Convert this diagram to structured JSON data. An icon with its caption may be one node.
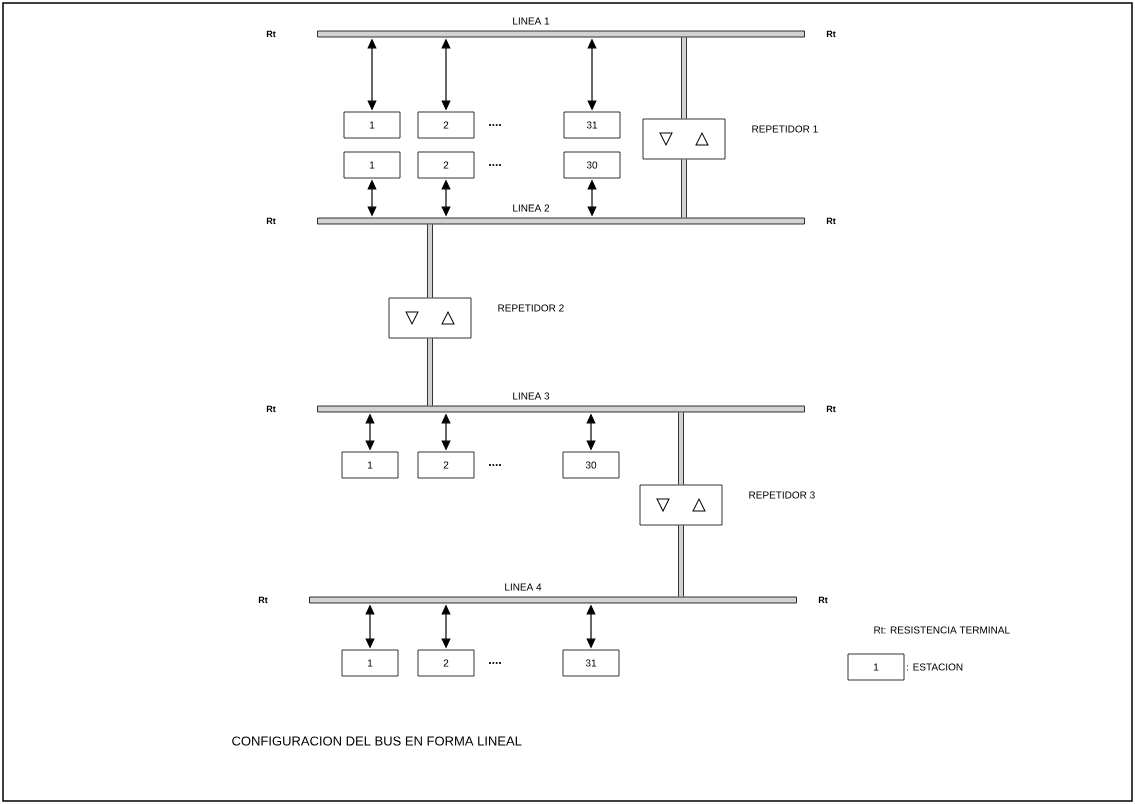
{
  "diagram": {
    "caption": "CONFIGURACION DEL BUS EN FORMA LINEAL",
    "nodes": [
      {
        "text": [
          "LINEA 1"
        ]
      },
      {
        "text": [
          "1"
        ]
      },
      {
        "text": [
          "2"
        ]
      },
      {
        "text": [
          "31"
        ]
      },
      {
        "text": [],
        "shape": "box",
        "beside": [
          "REPETIDOR 1"
        ]
      },
      {
        "text": [
          "1"
        ]
      },
      {
        "text": [
          "2"
        ]
      },
      {
        "text": [
          "30"
        ]
      },
      {
        "text": [
          "LINEA 2"
        ]
      },
      {
        "text": [],
        "shape": "box",
        "beside": [
          "REPETIDOR 2"
        ]
      },
      {
        "text": [
          "LINEA 3"
        ]
      },
      {
        "text": [
          "1"
        ]
      },
      {
        "text": [
          "2"
        ]
      },
      {
        "text": [
          "30"
        ]
      },
      {
        "text": [],
        "shape": "box",
        "beside": [
          "REPETIDOR 3"
        ]
      },
      {
        "text": [
          "LINEA 4"
        ]
      },
      {
        "text": [
          "1"
        ]
      },
      {
        "text": [
          "2"
        ]
      },
      {
        "text": [
          "31"
        ]
      },
      {
        "text": [
          "1"
        ],
        "beside": [
          ": ESTACION"
        ]
      }
    ],
    "edges": [
      {
        "from": 0,
        "to": 1,
        "arrow": "both"
      },
      {
        "from": 0,
        "to": 2,
        "arrow": "both"
      },
      {
        "from": 0,
        "to": 3,
        "arrow": "both"
      },
      {
        "from": 0,
        "to": 4,
        "arrow": "none",
        "style": "thick"
      },
      {
        "from": 4,
        "to": 8,
        "arrow": "none",
        "style": "thick"
      },
      {
        "from": 5,
        "to": 8,
        "arrow": "both"
      },
      {
        "from": 6,
        "to": 8,
        "arrow": "both"
      },
      {
        "from": 7,
        "to": 8,
        "arrow": "both"
      },
      {
        "from": 8,
        "to": 9,
        "arrow": "none",
        "style": "thick"
      },
      {
        "from": 9,
        "to": 10,
        "arrow": "none",
        "style": "thick"
      },
      {
        "from": 10,
        "to": 11,
        "arrow": "both"
      },
      {
        "from": 10,
        "to": 12,
        "arrow": "both"
      },
      {
        "from": 10,
        "to": 13,
        "arrow": "both"
      },
      {
        "from": 10,
        "to": 14,
        "arrow": "none",
        "style": "thick"
      },
      {
        "from": 14,
        "to": 15,
        "arrow": "none",
        "style": "thick"
      },
      {
        "from": 15,
        "to": 16,
        "arrow": "both"
      },
      {
        "from": 15,
        "to": 17,
        "arrow": "both"
      },
      {
        "from": 15,
        "to": 18,
        "arrow": "both"
      }
    ],
    "labels": [
      "Rt",
      "Rt",
      "....",
      "....",
      "Rt",
      "Rt",
      "Rt",
      "Rt",
      "....",
      "Rt",
      "Rt",
      "....",
      "Rt: RESISTENCIA TERMINAL"
    ]
  }
}
